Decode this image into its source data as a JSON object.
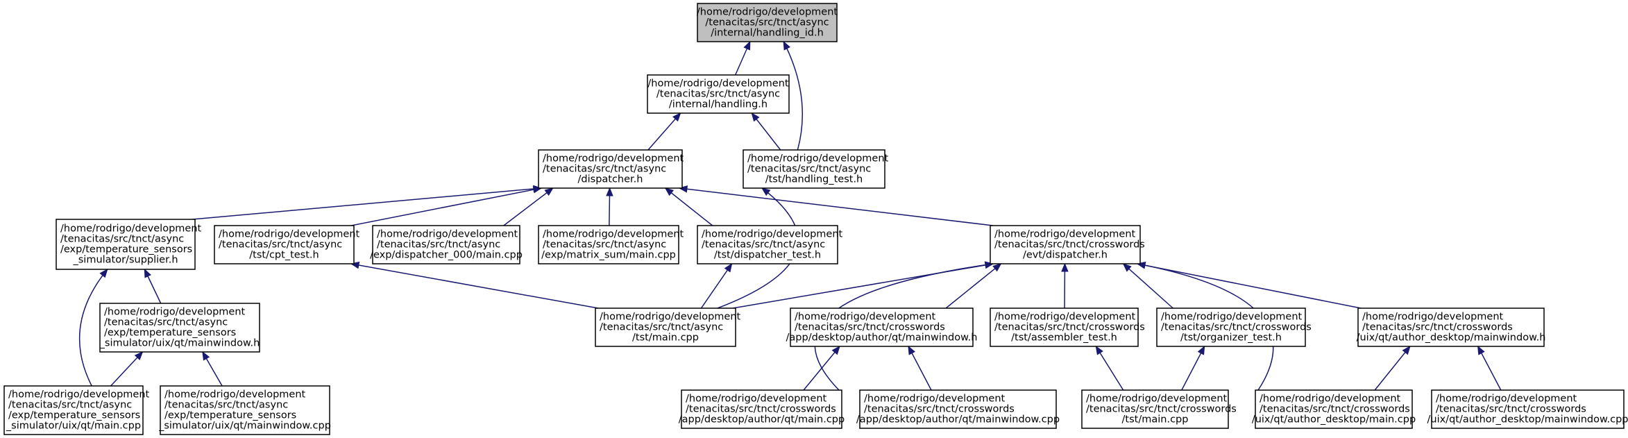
{
  "nodes": [
    {
      "id": "handling_id",
      "lines": [
        "/home/rodrigo/development",
        "/tenacitas/src/tnct/async",
        "/internal/handling_id.h"
      ],
      "highlighted": true
    },
    {
      "id": "handling",
      "lines": [
        "/home/rodrigo/development",
        "/tenacitas/src/tnct/async",
        "/internal/handling.h"
      ]
    },
    {
      "id": "dispatcher",
      "lines": [
        "/home/rodrigo/development",
        "/tenacitas/src/tnct/async",
        "/dispatcher.h"
      ]
    },
    {
      "id": "handling_test",
      "lines": [
        "/home/rodrigo/development",
        "/tenacitas/src/tnct/async",
        "/tst/handling_test.h"
      ]
    },
    {
      "id": "supplier",
      "lines": [
        "/home/rodrigo/development",
        "/tenacitas/src/tnct/async",
        "/exp/temperature_sensors",
        "_simulator/supplier.h"
      ]
    },
    {
      "id": "cpt_test",
      "lines": [
        "/home/rodrigo/development",
        "/tenacitas/src/tnct/async",
        "/tst/cpt_test.h"
      ]
    },
    {
      "id": "dispatcher_000",
      "lines": [
        "/home/rodrigo/development",
        "/tenacitas/src/tnct/async",
        "/exp/dispatcher_000/main.cpp"
      ]
    },
    {
      "id": "matrix_sum",
      "lines": [
        "/home/rodrigo/development",
        "/tenacitas/src/tnct/async",
        "/exp/matrix_sum/main.cpp"
      ]
    },
    {
      "id": "dispatcher_test",
      "lines": [
        "/home/rodrigo/development",
        "/tenacitas/src/tnct/async",
        "/tst/dispatcher_test.h"
      ]
    },
    {
      "id": "evt_dispatcher",
      "lines": [
        "/home/rodrigo/development",
        "/tenacitas/src/tnct/crosswords",
        "/evt/dispatcher.h"
      ]
    },
    {
      "id": "mainwindow_h_sim",
      "lines": [
        "/home/rodrigo/development",
        "/tenacitas/src/tnct/async",
        "/exp/temperature_sensors",
        "_simulator/uix/qt/mainwindow.h"
      ]
    },
    {
      "id": "async_tst_main",
      "lines": [
        "/home/rodrigo/development",
        "/tenacitas/src/tnct/async",
        "/tst/main.cpp"
      ]
    },
    {
      "id": "author_qt_mainwindow_h",
      "lines": [
        "/home/rodrigo/development",
        "/tenacitas/src/tnct/crosswords",
        "/app/desktop/author/qt/mainwindow.h"
      ]
    },
    {
      "id": "assembler_test",
      "lines": [
        "/home/rodrigo/development",
        "/tenacitas/src/tnct/crosswords",
        "/tst/assembler_test.h"
      ]
    },
    {
      "id": "organizer_test",
      "lines": [
        "/home/rodrigo/development",
        "/tenacitas/src/tnct/crosswords",
        "/tst/organizer_test.h"
      ]
    },
    {
      "id": "uix_author_mainwindow_h",
      "lines": [
        "/home/rodrigo/development",
        "/tenacitas/src/tnct/crosswords",
        "/uix/qt/author_desktop/mainwindow.h"
      ]
    },
    {
      "id": "sim_main_cpp",
      "lines": [
        "/home/rodrigo/development",
        "/tenacitas/src/tnct/async",
        "/exp/temperature_sensors",
        "_simulator/uix/qt/main.cpp"
      ]
    },
    {
      "id": "sim_mainwindow_cpp",
      "lines": [
        "/home/rodrigo/development",
        "/tenacitas/src/tnct/async",
        "/exp/temperature_sensors",
        "_simulator/uix/qt/mainwindow.cpp"
      ]
    },
    {
      "id": "author_qt_main_cpp",
      "lines": [
        "/home/rodrigo/development",
        "/tenacitas/src/tnct/crosswords",
        "/app/desktop/author/qt/main.cpp"
      ]
    },
    {
      "id": "author_qt_mainwindow_cpp",
      "lines": [
        "/home/rodrigo/development",
        "/tenacitas/src/tnct/crosswords",
        "/app/desktop/author/qt/mainwindow.cpp"
      ]
    },
    {
      "id": "crosswords_tst_main",
      "lines": [
        "/home/rodrigo/development",
        "/tenacitas/src/tnct/crosswords",
        "/tst/main.cpp"
      ]
    },
    {
      "id": "uix_author_main_cpp",
      "lines": [
        "/home/rodrigo/development",
        "/tenacitas/src/tnct/crosswords",
        "/uix/qt/author_desktop/main.cpp"
      ]
    },
    {
      "id": "uix_author_mainwindow_cpp",
      "lines": [
        "/home/rodrigo/development",
        "/tenacitas/src/tnct/crosswords",
        "/uix/qt/author_desktop/mainwindow.cpp"
      ]
    }
  ],
  "edges": [
    {
      "from": "handling",
      "to": "handling_id"
    },
    {
      "from": "handling_test",
      "to": "handling_id"
    },
    {
      "from": "dispatcher",
      "to": "handling"
    },
    {
      "from": "handling_test",
      "to": "handling"
    },
    {
      "from": "supplier",
      "to": "dispatcher"
    },
    {
      "from": "cpt_test",
      "to": "dispatcher"
    },
    {
      "from": "dispatcher_000",
      "to": "dispatcher"
    },
    {
      "from": "matrix_sum",
      "to": "dispatcher"
    },
    {
      "from": "dispatcher_test",
      "to": "dispatcher"
    },
    {
      "from": "evt_dispatcher",
      "to": "dispatcher"
    },
    {
      "from": "async_tst_main",
      "to": "handling_test"
    },
    {
      "from": "mainwindow_h_sim",
      "to": "supplier"
    },
    {
      "from": "sim_main_cpp",
      "to": "supplier"
    },
    {
      "from": "async_tst_main",
      "to": "cpt_test"
    },
    {
      "from": "async_tst_main",
      "to": "dispatcher_test"
    },
    {
      "from": "async_tst_main",
      "to": "evt_dispatcher"
    },
    {
      "from": "author_qt_main_cpp",
      "to": "evt_dispatcher"
    },
    {
      "from": "author_qt_mainwindow_h",
      "to": "evt_dispatcher"
    },
    {
      "from": "assembler_test",
      "to": "evt_dispatcher"
    },
    {
      "from": "organizer_test",
      "to": "evt_dispatcher"
    },
    {
      "from": "uix_author_main_cpp",
      "to": "evt_dispatcher"
    },
    {
      "from": "uix_author_mainwindow_h",
      "to": "evt_dispatcher"
    },
    {
      "from": "sim_main_cpp",
      "to": "mainwindow_h_sim"
    },
    {
      "from": "sim_mainwindow_cpp",
      "to": "mainwindow_h_sim"
    },
    {
      "from": "author_qt_main_cpp",
      "to": "author_qt_mainwindow_h"
    },
    {
      "from": "author_qt_mainwindow_cpp",
      "to": "author_qt_mainwindow_h"
    },
    {
      "from": "crosswords_tst_main",
      "to": "assembler_test"
    },
    {
      "from": "crosswords_tst_main",
      "to": "organizer_test"
    },
    {
      "from": "uix_author_main_cpp",
      "to": "uix_author_mainwindow_h"
    },
    {
      "from": "uix_author_mainwindow_cpp",
      "to": "uix_author_mainwindow_h"
    }
  ],
  "colors": {
    "edge": "#191970",
    "highlighted_node_fill": "#bfbfbf",
    "node_fill": "#ffffff",
    "node_border": "#000000"
  }
}
